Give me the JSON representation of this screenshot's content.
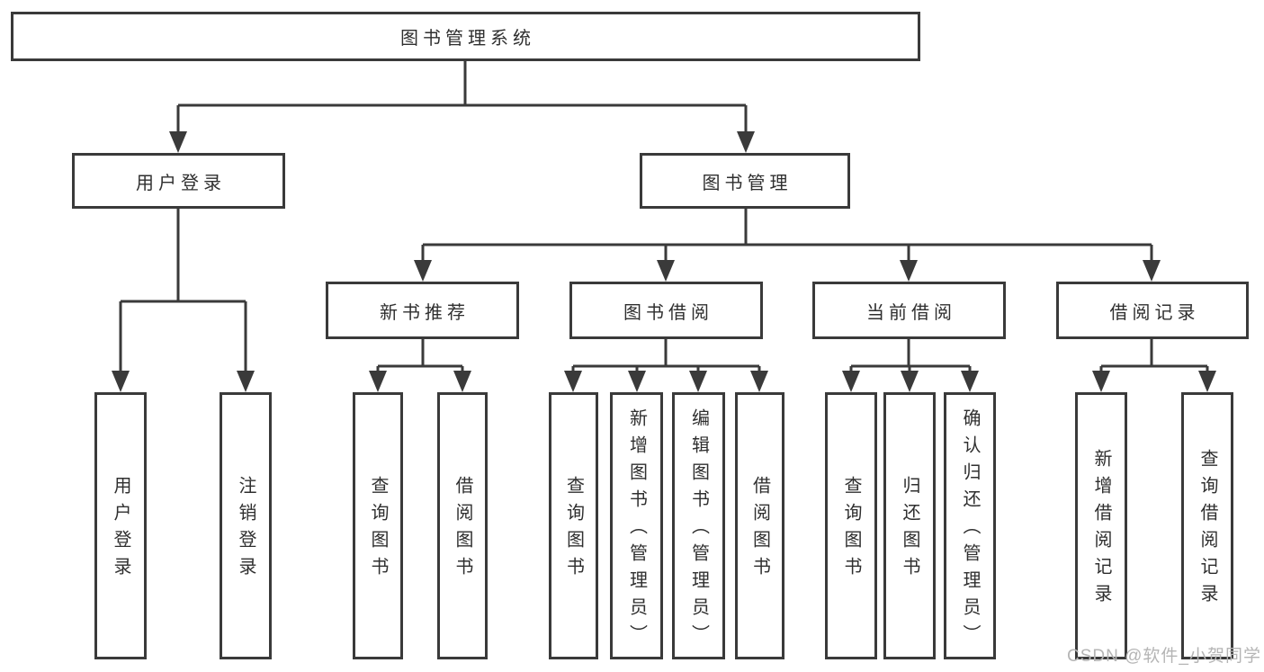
{
  "tree": {
    "label": "图书管理系统",
    "children": [
      {
        "label": "用户登录",
        "children": [
          {
            "label": "用户登录"
          },
          {
            "label": "注销登录"
          }
        ]
      },
      {
        "label": "图书管理",
        "children": [
          {
            "label": "新书推荐",
            "children": [
              {
                "label": "查询图书"
              },
              {
                "label": "借阅图书"
              }
            ]
          },
          {
            "label": "图书借阅",
            "children": [
              {
                "label": "查询图书"
              },
              {
                "label": "新增图书（管理员）"
              },
              {
                "label": "编辑图书（管理员）"
              },
              {
                "label": "借阅图书"
              }
            ]
          },
          {
            "label": "当前借阅",
            "children": [
              {
                "label": "查询图书"
              },
              {
                "label": "归还图书"
              },
              {
                "label": "确认归还（管理员）"
              }
            ]
          },
          {
            "label": "借阅记录",
            "children": [
              {
                "label": "新增借阅记录"
              },
              {
                "label": "查询借阅记录"
              }
            ]
          }
        ]
      }
    ]
  },
  "watermark": "CSDN @软件_小贺同学",
  "colors": {
    "line": "#3a3a3a",
    "text": "#2f2f2f",
    "watermark": "#b5b5b5",
    "background": "#ffffff"
  }
}
